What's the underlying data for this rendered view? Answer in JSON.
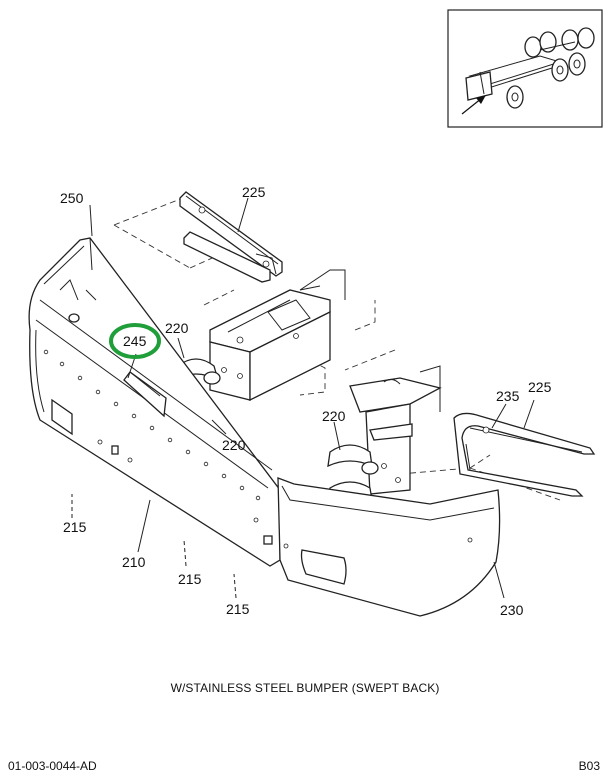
{
  "diagram": {
    "callouts": {
      "c250": "250",
      "c225_top": "225",
      "c245": "245",
      "c220_a": "220",
      "c220_b": "220",
      "c220_c": "220",
      "c235": "235",
      "c225_right": "225",
      "c215_a": "215",
      "c210": "210",
      "c215_b": "215",
      "c215_c": "215",
      "c230": "230"
    },
    "highlight_color": "#1f9e3a"
  },
  "caption": "W/STAINLESS STEEL BUMPER (SWEPT BACK)",
  "footer": {
    "doc_id": "01-003-0044-AD",
    "page_id": "B03"
  }
}
